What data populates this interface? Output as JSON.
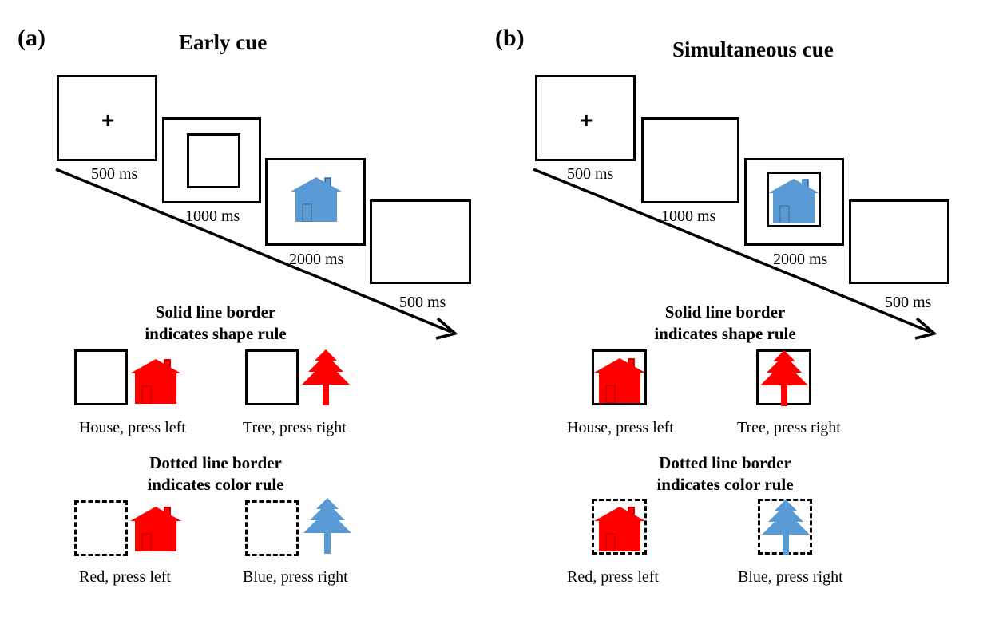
{
  "colors": {
    "red": "#ff0000",
    "blue": "#5b9bd5",
    "black": "#000000"
  },
  "panel_a": {
    "label": "(a)",
    "title": "Early cue",
    "fixation": "+",
    "durations": [
      "500 ms",
      "1000 ms",
      "2000 ms",
      "500 ms"
    ],
    "shape_rule": {
      "line1": "Solid line border",
      "line2": "indicates shape rule",
      "house_caption": "House, press left",
      "tree_caption": "Tree, press right"
    },
    "color_rule": {
      "line1": "Dotted line border",
      "line2": "indicates color rule",
      "red_caption": "Red, press left",
      "blue_caption": "Blue, press right"
    }
  },
  "panel_b": {
    "label": "(b)",
    "title": "Simultaneous cue",
    "fixation": "+",
    "durations": [
      "500 ms",
      "1000 ms",
      "2000 ms",
      "500 ms"
    ],
    "shape_rule": {
      "line1": "Solid line border",
      "line2": "indicates shape rule",
      "house_caption": "House, press left",
      "tree_caption": "Tree, press right"
    },
    "color_rule": {
      "line1": "Dotted line border",
      "line2": "indicates color rule",
      "red_caption": "Red, press left",
      "blue_caption": "Blue, press right"
    }
  }
}
